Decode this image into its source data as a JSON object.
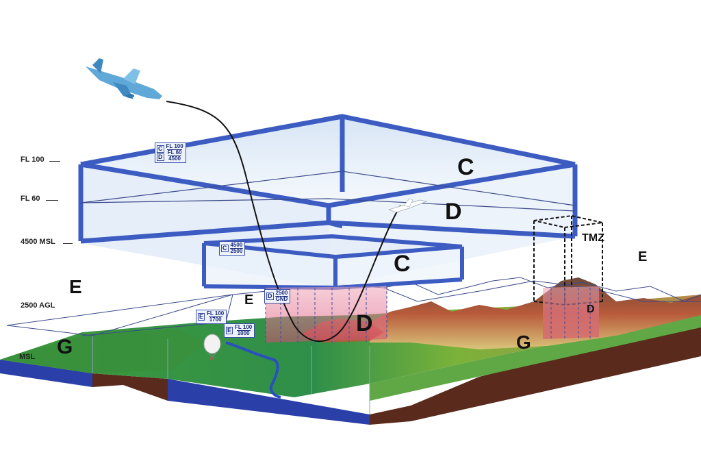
{
  "altitudes": {
    "fl100": "FL 100",
    "fl60": "FL 60",
    "msl4500": "4500 MSL",
    "agl2500": "2500 AGL",
    "msl": "MSL"
  },
  "classes": {
    "c_top": "C",
    "d_upper": "D",
    "c_lower": "C",
    "d_surface": "D",
    "d_small": "D",
    "e_left": "E",
    "e_mid": "E",
    "e_right": "E",
    "g_left": "G",
    "g_right": "G",
    "tmz": "TMZ"
  },
  "boxes": {
    "cd_upper": {
      "l1": "C",
      "l2": "D",
      "a": "FL 100",
      "b": "FL 60",
      "c": "4500"
    },
    "c_lower": {
      "l1": "C",
      "a": "4500",
      "b": "2500"
    },
    "d_surface": {
      "l1": "D",
      "a": "2500",
      "b": "GND"
    },
    "e_1": {
      "l1": "E",
      "a": "FL 100",
      "b": "1700"
    },
    "e_2": {
      "l1": "E",
      "a": "FL 100",
      "b": "1000"
    }
  },
  "colors": {
    "airspace_c": "#3d5cc2",
    "airspace_fill": "#d6e4f5",
    "terrain_green": "#3f9a3a",
    "terrain_brown": "#5a2a1c",
    "water_blue": "#2a3fa8",
    "class_d_pink": "#e98aa0"
  },
  "icons": {
    "airliner": "airliner-icon",
    "small_jet": "small-jet-icon",
    "balloon": "balloon-icon"
  }
}
